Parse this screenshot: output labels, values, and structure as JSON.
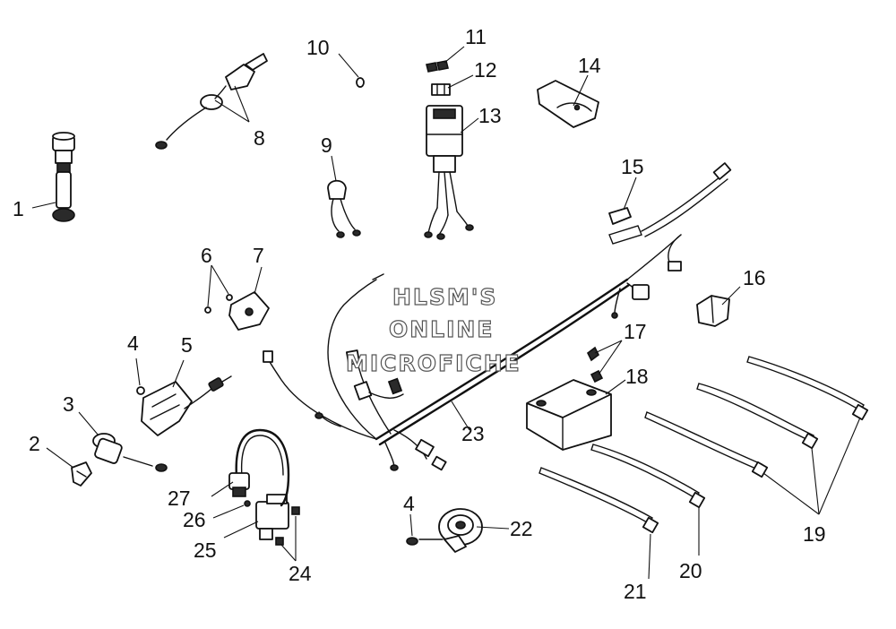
{
  "watermark": {
    "line1": "HLSM'S",
    "line2": "ONLINE",
    "line3": "MICROFICHE"
  },
  "callouts": {
    "c1": "1",
    "c2": "2",
    "c3": "3",
    "c4a": "4",
    "c4b": "4",
    "c5": "5",
    "c6": "6",
    "c7": "7",
    "c8": "8",
    "c9": "9",
    "c10": "10",
    "c11": "11",
    "c12": "12",
    "c13": "13",
    "c14": "14",
    "c15": "15",
    "c16": "16",
    "c17": "17",
    "c18": "18",
    "c19": "19",
    "c20": "20",
    "c21": "21",
    "c22": "22",
    "c23": "23",
    "c24": "24",
    "c25": "25",
    "c26": "26",
    "c27": "27"
  }
}
